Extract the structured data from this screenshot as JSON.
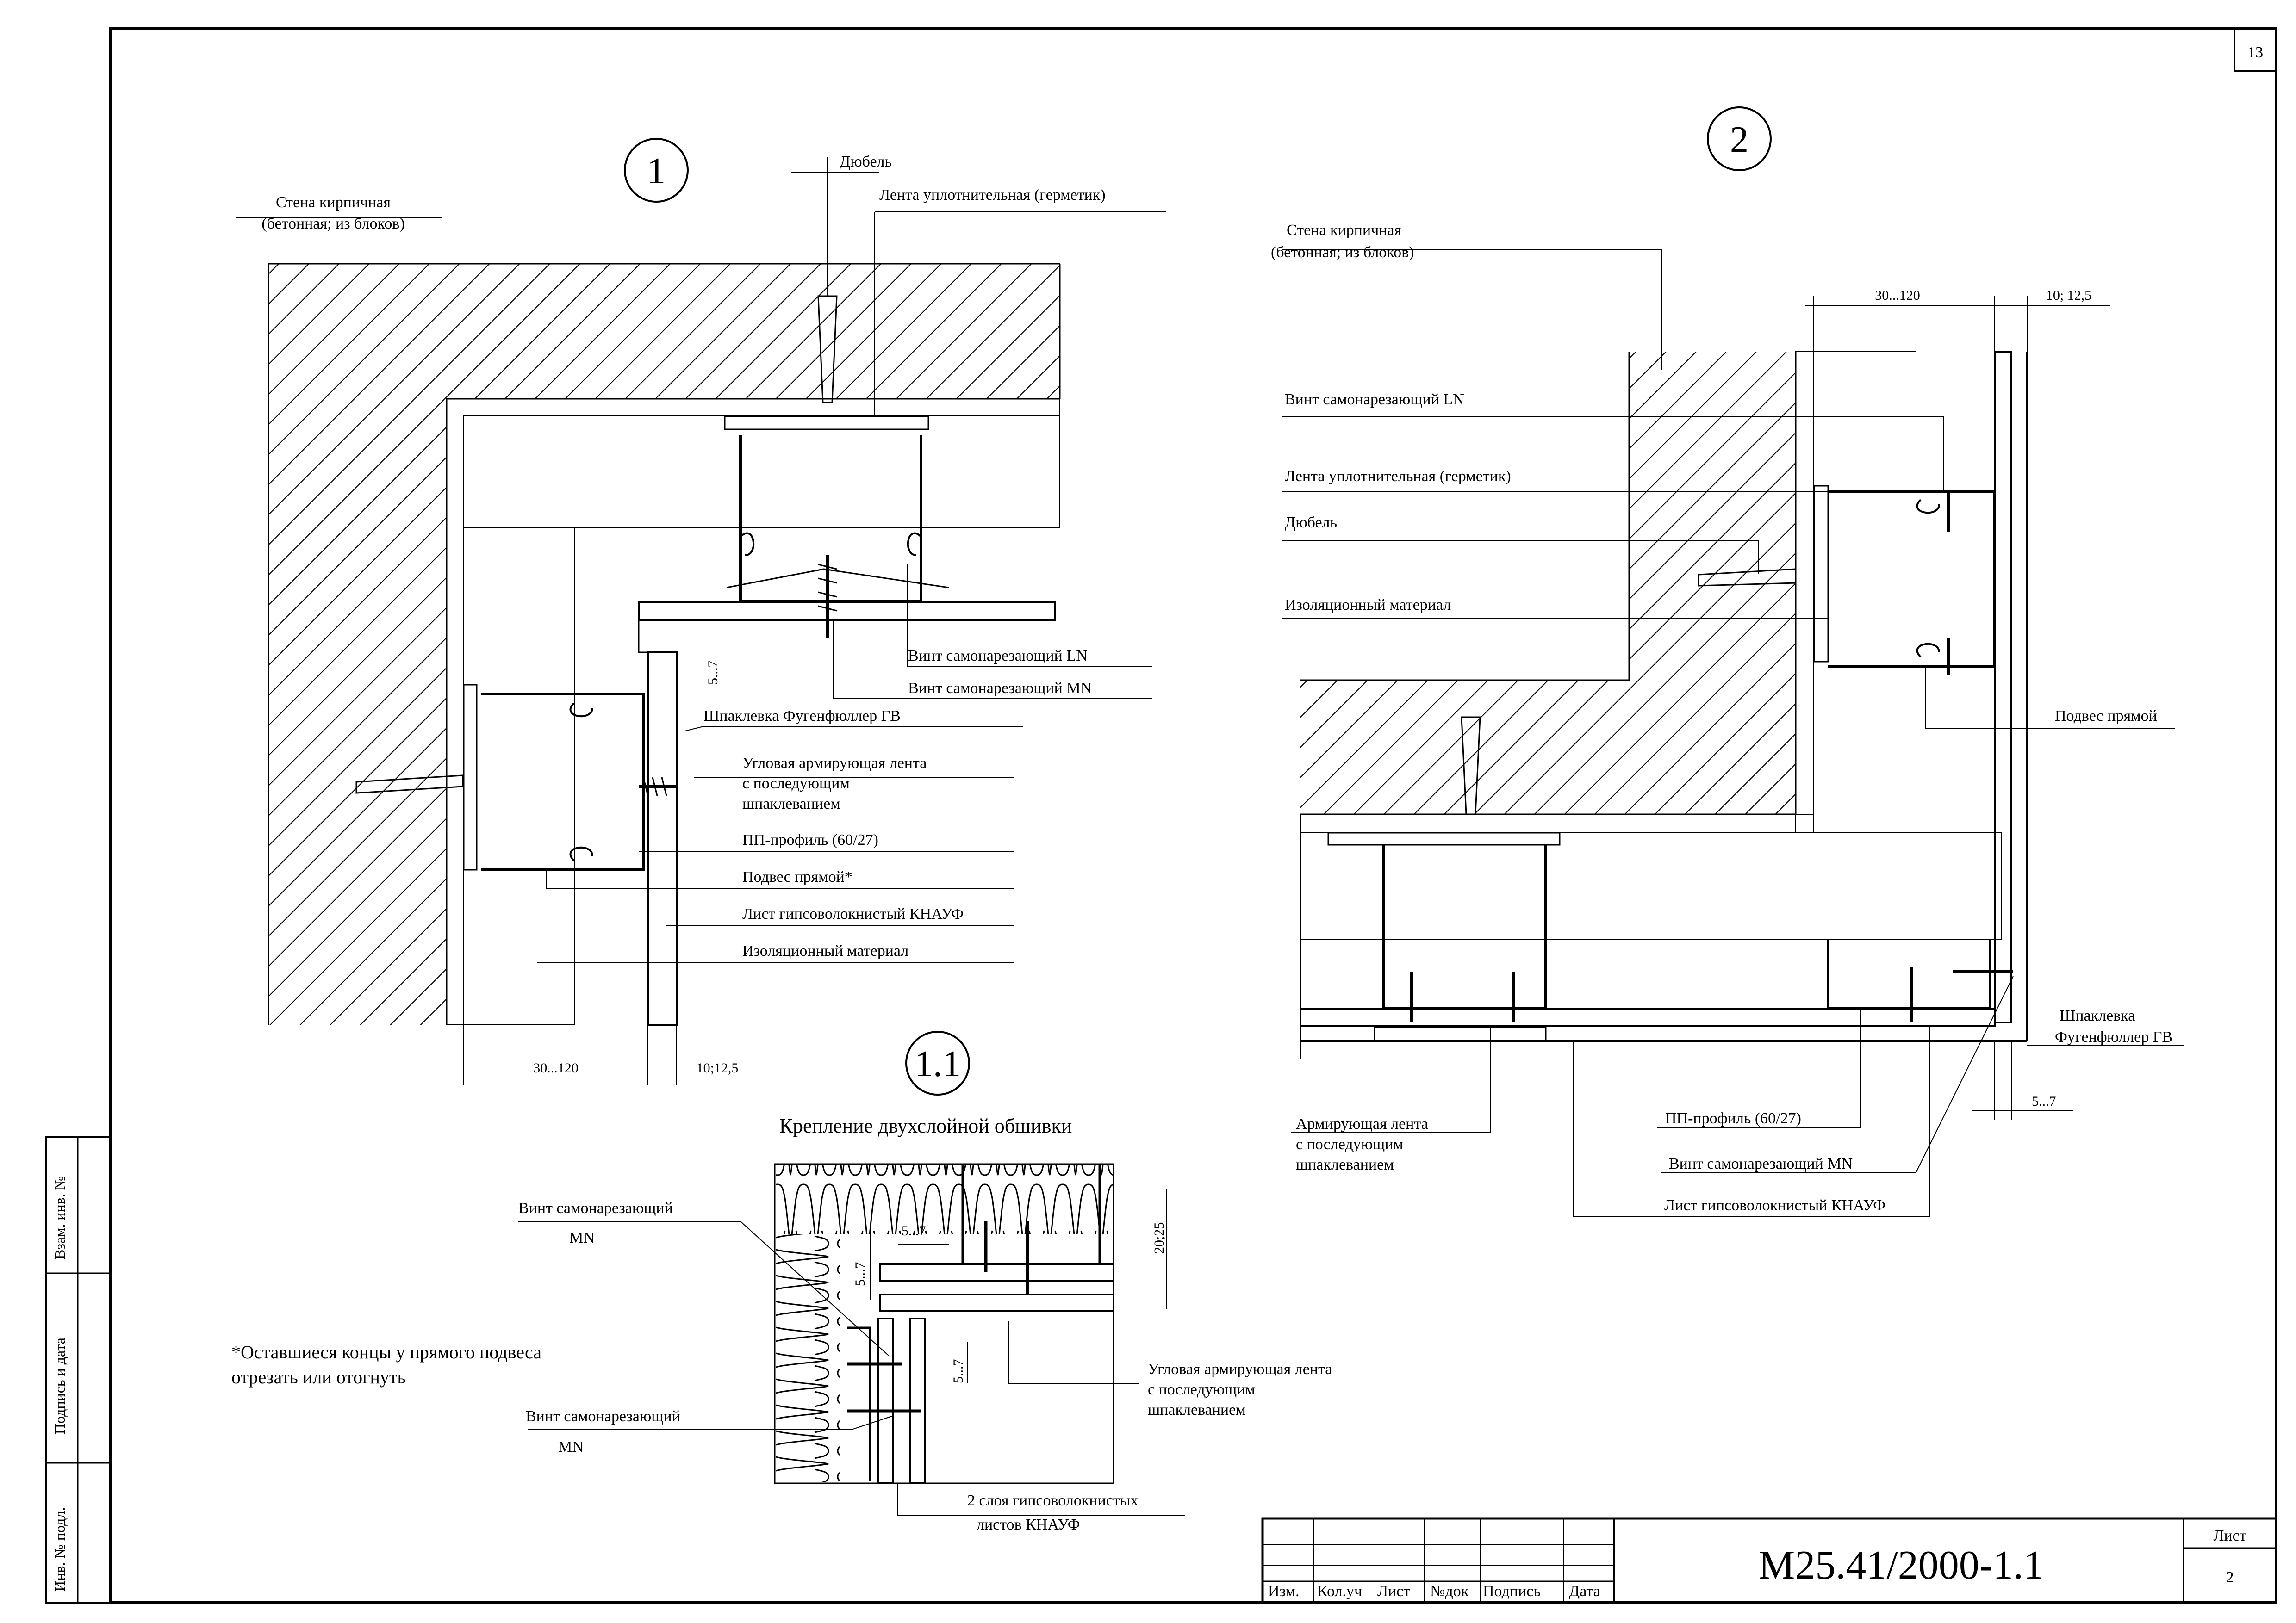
{
  "sheet": {
    "page_number": "13",
    "document_code": "М25.41/2000-1.1",
    "sheet_header": "Лист",
    "sheet_number": "2",
    "title_block_columns": [
      "Изм.",
      "Кол.уч",
      "Лист",
      "№док",
      "Подпись",
      "Дата"
    ],
    "side_stamps": [
      "Взам. инв. №",
      "Подпись и дата",
      "Инв. № подл."
    ]
  },
  "detail1": {
    "number": "1",
    "labels": {
      "wall": [
        "Стена кирпичная",
        "(бетонная; из блоков)"
      ],
      "dowel": "Дюбель",
      "sealing_tape": "Лента уплотнительная (герметик)",
      "screw_ln": "Винт самонарезающий LN",
      "screw_mn": "Винт самонарезающий MN",
      "putty": "Шпаклевка Фугенфюллер ГВ",
      "corner_tape": [
        "Угловая армирующая лента",
        "с последующим",
        "шпаклеванием"
      ],
      "pp_profile": "ПП-профиль (60/27)",
      "hanger": "Подвес прямой*",
      "gvl_sheet": "Лист гипсоволокнистый КНАУФ",
      "insulation": "Изоляционный материал"
    },
    "dims": {
      "gap": "5...7",
      "cavity": "30...120",
      "board": "10;12,5"
    }
  },
  "detail2": {
    "number": "2",
    "labels": {
      "wall": [
        "Стена кирпичная",
        "(бетонная; из блоков)"
      ],
      "screw_ln": "Винт самонарезающий LN",
      "sealing_tape": "Лента уплотнительная (герметик)",
      "dowel": "Дюбель",
      "insulation": "Изоляционный материал",
      "hanger": "Подвес прямой",
      "putty": [
        "Шпаклевка",
        "Фугенфюллер ГВ"
      ],
      "reinf_tape": [
        "Армирующая лента",
        "с последующим",
        "шпаклеванием"
      ],
      "pp_profile": "ПП-профиль (60/27)",
      "screw_mn": "Винт самонарезающий MN",
      "gvl_sheet": "Лист гипсоволокнистый КНАУФ"
    },
    "dims": {
      "cavity": "30...120",
      "board": "10; 12,5",
      "gap": "5...7"
    }
  },
  "detail11": {
    "number": "1.1",
    "title": "Крепление двухслойной обшивки",
    "labels": {
      "screw_top": [
        "Винт самонарезающий",
        "MN"
      ],
      "screw_bottom": [
        "Винт самонарезающий",
        "MN"
      ],
      "corner_tape": [
        "Угловая армирующая лента",
        "с последующим",
        "шпаклеванием"
      ],
      "two_layers": [
        "2 слоя гипсоволокнистых",
        "листов КНАУФ"
      ]
    },
    "dims": {
      "gap_a": "5...7",
      "gap_b": "5...7",
      "gap_c": "5...7",
      "height": "20;25"
    }
  },
  "footnote": [
    "*Оставшиеся концы у прямого подвеса",
    "отрезать или отогнуть"
  ]
}
